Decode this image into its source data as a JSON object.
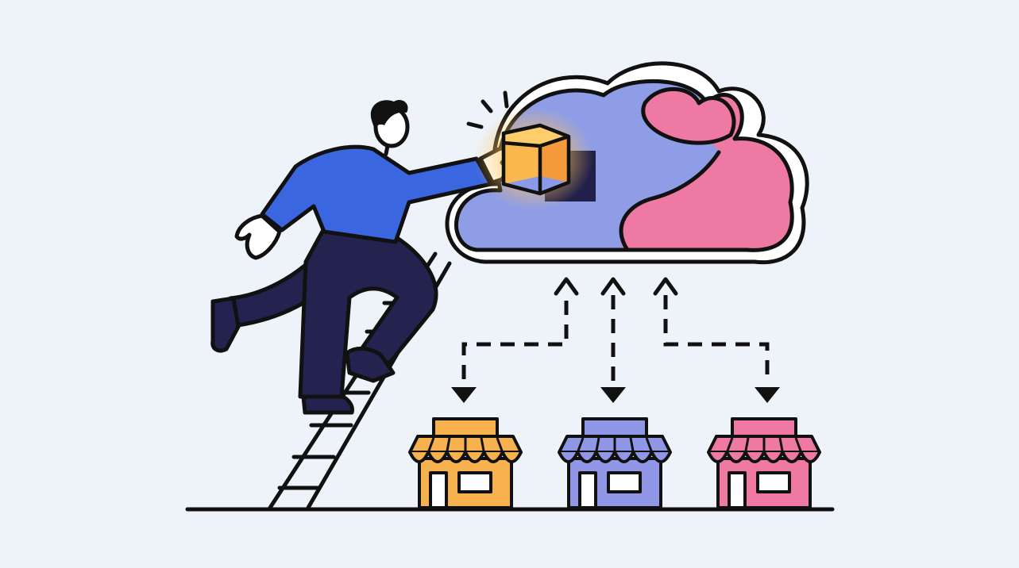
{
  "palette": {
    "background": "#eef3f9",
    "ink": "#111111",
    "shirt": "#3a66e0",
    "pants": "#24234f",
    "cloud_purple": "#8e9de6",
    "cloud_pink": "#ee7aa4",
    "box_orange": "#fbb84e",
    "store_orange": "#f7b14f",
    "store_purple": "#8f97e6",
    "store_pink": "#ee7aa4"
  },
  "icons": [
    "person-icon",
    "ladder-icon",
    "package-box-icon",
    "cloud-icon",
    "arrow-up-icon",
    "arrow-down-icon",
    "storefront-icon"
  ],
  "stores": [
    {
      "name": "storefront-orange",
      "color": "#f7b14f"
    },
    {
      "name": "storefront-purple",
      "color": "#8f97e6"
    },
    {
      "name": "storefront-pink",
      "color": "#ee7aa4"
    }
  ]
}
